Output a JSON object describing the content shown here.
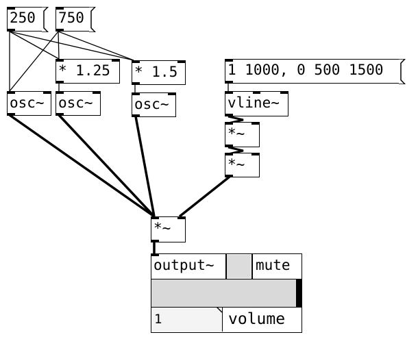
{
  "messages": {
    "msg_250": "250",
    "msg_750": "750",
    "msg_env": "1 1000, 0 500 1500"
  },
  "objects": {
    "osc1": "osc~",
    "osc2": "osc~",
    "osc3": "osc~",
    "mul125": "* 1.25",
    "mul15": "* 1.5",
    "vline": "vline~",
    "sq1": "*~",
    "sq2": "*~",
    "mix": "*~"
  },
  "output": {
    "title": "output~",
    "mute_label": "mute",
    "volume_value": "1",
    "volume_label": "volume"
  },
  "colors": {
    "wire": "#000000",
    "panel_grey": "#d9d9d9",
    "background": "#ffffff"
  }
}
